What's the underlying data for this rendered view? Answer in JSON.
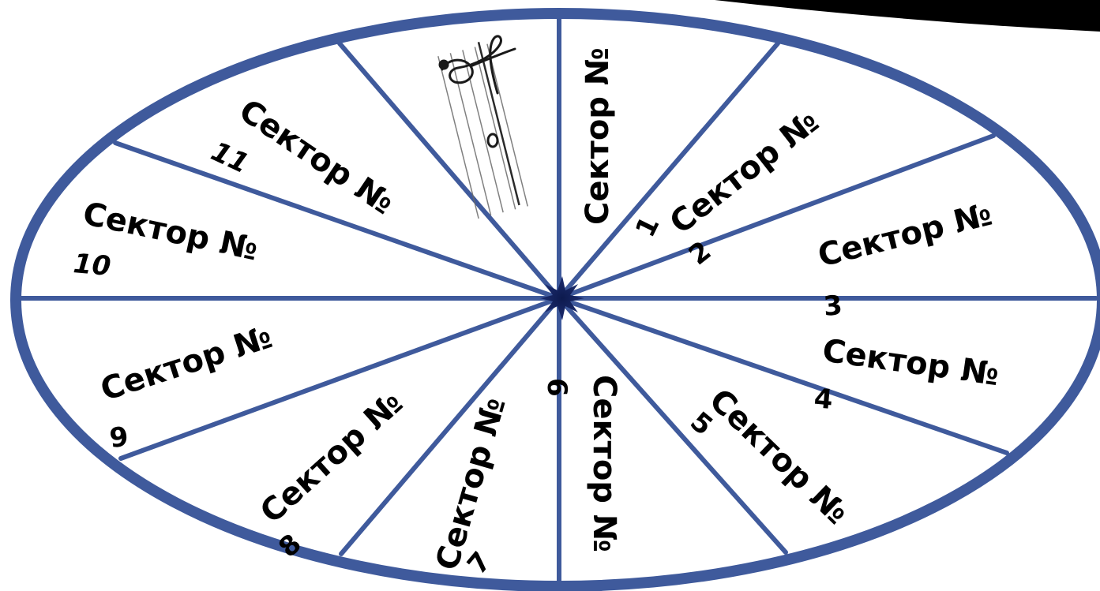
{
  "wheel": {
    "colors": {
      "rim": "#3f5a9c",
      "spoke": "#3f5a9c",
      "hub": "#0d1a4e",
      "background": "#ffffff",
      "corner_shadow": "#000000",
      "text": "#000000"
    },
    "center_image": "treble-clef-staff",
    "sectors": [
      {
        "word": "Сектор  №",
        "number": "1"
      },
      {
        "word": "Сектор  №",
        "number": "2"
      },
      {
        "word": "Сектор  №",
        "number": "3"
      },
      {
        "word": "Сектор  №",
        "number": "4"
      },
      {
        "word": "Сектор  №",
        "number": "5"
      },
      {
        "word": "Сектор  №",
        "number": "6"
      },
      {
        "word": "Сектор  №",
        "number": "7"
      },
      {
        "word": "Сектор  №",
        "number": "8"
      },
      {
        "word": "Сектор  №",
        "number": "9"
      },
      {
        "word": "Сектор  №",
        "number": "10"
      },
      {
        "word": "Сектор  №",
        "number": "11"
      }
    ]
  }
}
